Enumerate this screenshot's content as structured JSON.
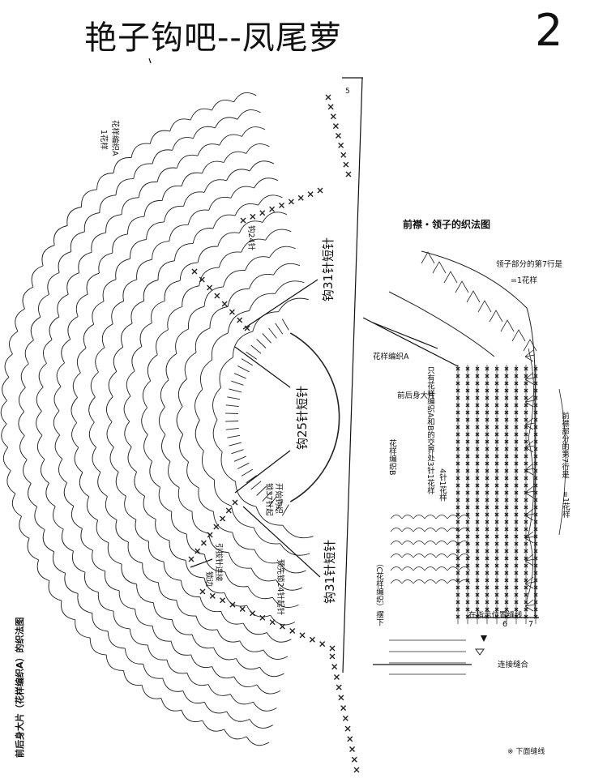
{
  "header": {
    "title": "艳子钩吧--凤尾萝",
    "page_number": "2"
  },
  "left_diagram": {
    "caption": "前后身大片（花样编织A）的织法图",
    "pattern_label": "花样编织A",
    "pattern_repeat": "1花样",
    "row_24_label": "钩24针",
    "chain_count_top": "5",
    "short_row_top": "钩31针短针",
    "short_row_middle": "钩25针短针",
    "start_label_1": "开始钩织",
    "start_label_2": "锁37针起",
    "slip_label_1": "引拔针连接",
    "slip_label_2": "锁边",
    "prefirst_label": "预先锁24针起针",
    "short_row_bottom": "钩31针短针"
  },
  "right_diagram": {
    "title": "前襟・领子的织法图",
    "collar_note": "领子部分的第7行是",
    "collar_note_unit": "=1花样",
    "pattern_a": "花样编织A",
    "body_label": "前后身大片",
    "intersection_note": "只有花样编织A和B的交界处3针1花样",
    "pattern_b": "花样编织B",
    "four_stitch_note": "4针1花样",
    "front_note": "前襟部分的第7行是",
    "front_note_unit": "=1花样",
    "hem_label": "（C花样编织）摆下",
    "sew_line": "在指示位置缝线",
    "col_7": "7",
    "col_6": "6",
    "join_label": "连接缝合",
    "footnote": "※ 下面缝线"
  }
}
